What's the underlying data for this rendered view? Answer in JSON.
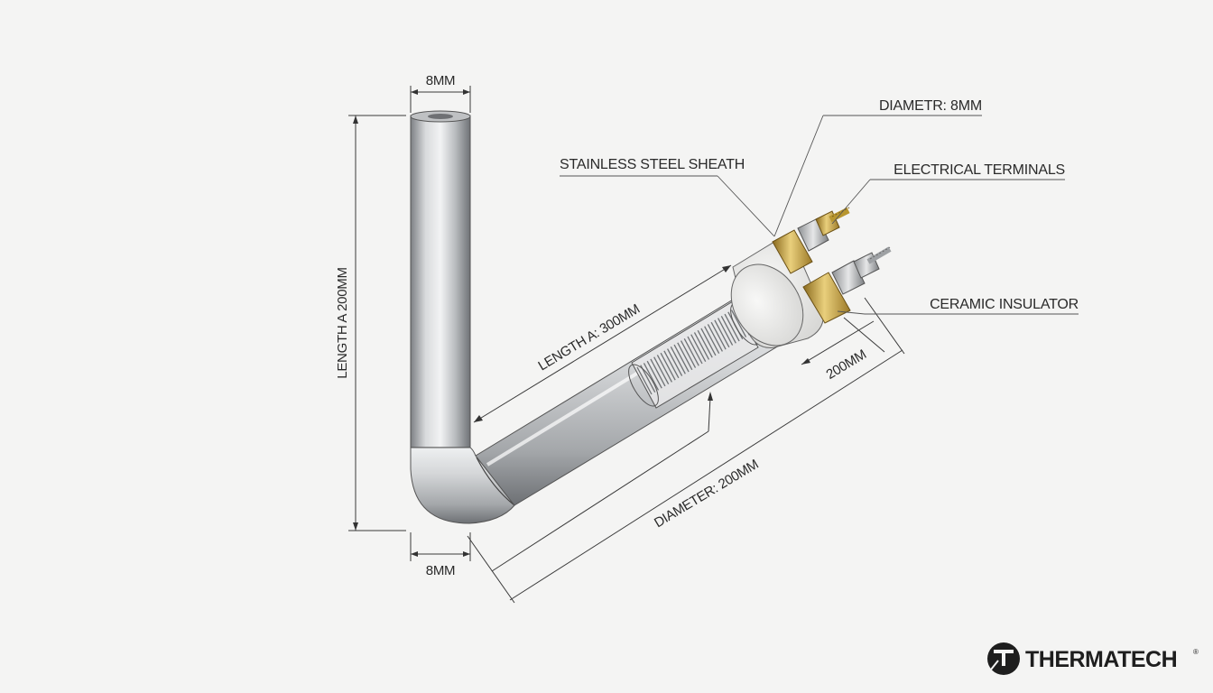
{
  "dimensions": {
    "top_width": "8MM",
    "bottom_width": "8MM",
    "vertical_length": "LENGTH A 200MM",
    "length_a": "LENGTH A: 300MM",
    "diameter": "DIAMETER: 200MM",
    "terminal_spacing": "200MM"
  },
  "callouts": {
    "stainless_steel_sheath": "STAINLESS STEEL SHEATH",
    "diameter_8mm": "DIAMETR: 8MM",
    "electrical_terminals": "ELECTRICAL TERMINALS",
    "ceramic_insulator": "CERAMIC INSULATOR"
  },
  "brand": {
    "name": "THERMATECH",
    "registered_mark": "®",
    "logo_icon": "thermatech-logo-icon"
  },
  "colors": {
    "background": "#f4f4f3",
    "steel": "#c9cbcd",
    "brass": "#c9a64a",
    "ceramic": "#ebebe9"
  }
}
